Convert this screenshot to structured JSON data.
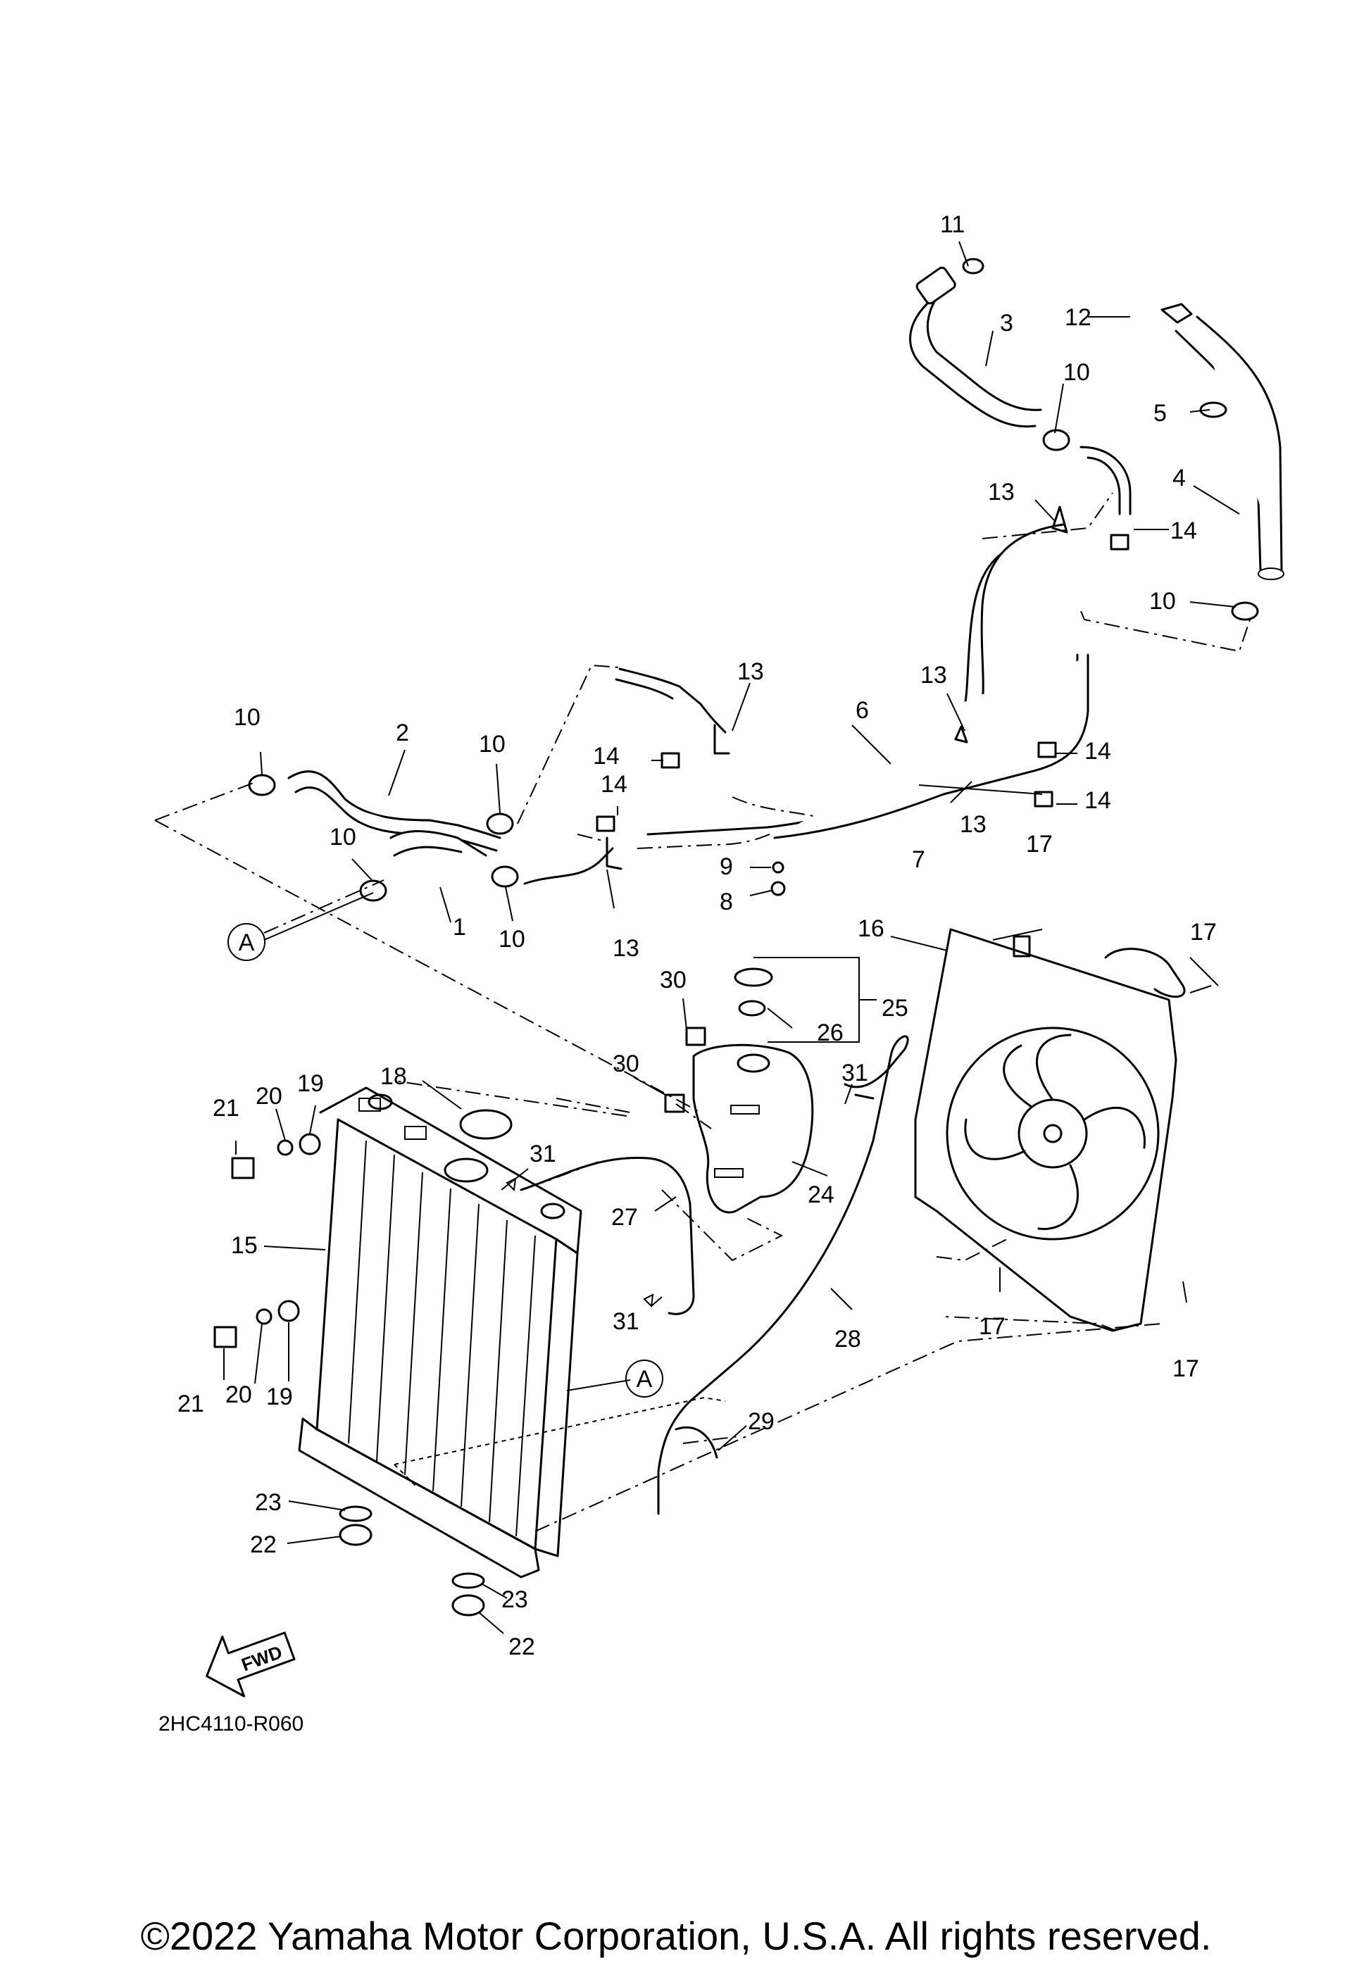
{
  "diagram": {
    "reference_code": "2HC4110-R060",
    "view_marker_a": "A",
    "direction_arrow": "FWD",
    "part_numbers": [
      "1",
      "2",
      "3",
      "4",
      "5",
      "6",
      "7",
      "8",
      "9",
      "10",
      "11",
      "12",
      "13",
      "14",
      "15",
      "16",
      "17",
      "18",
      "19",
      "20",
      "21",
      "22",
      "23",
      "24",
      "25",
      "26",
      "27",
      "28",
      "29",
      "30",
      "31"
    ]
  },
  "footer": {
    "copyright": "©2022 Yamaha Motor Corporation, U.S.A. All rights reserved."
  }
}
